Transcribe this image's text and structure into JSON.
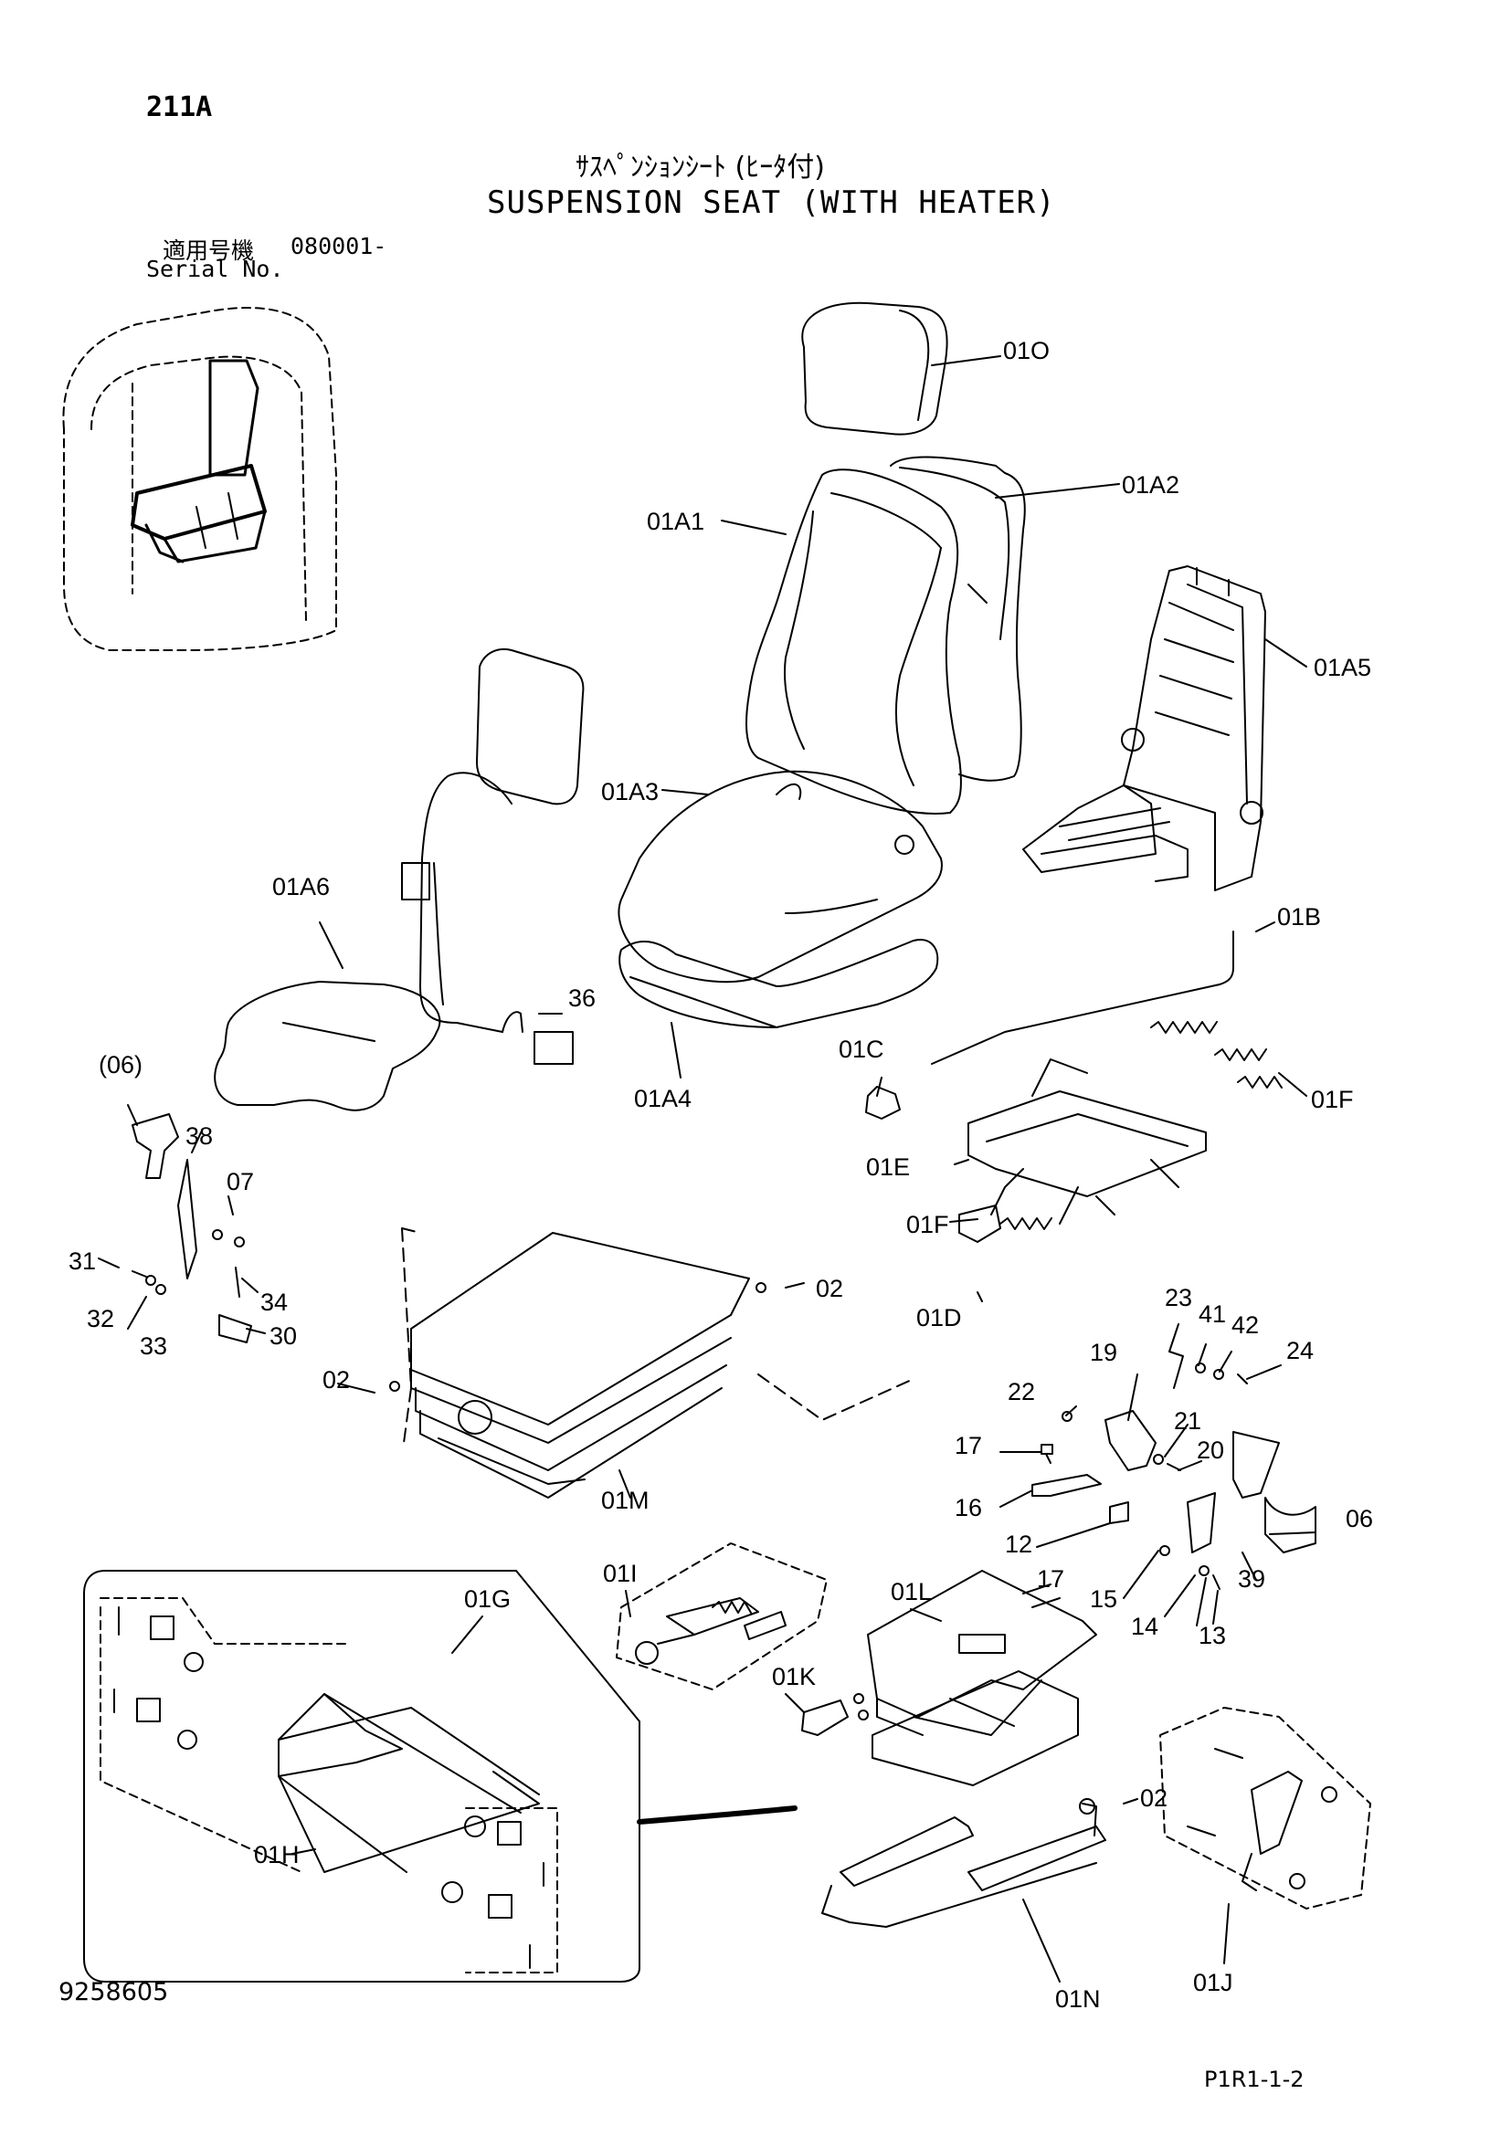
{
  "header": {
    "page_number": "211A",
    "title_jp": "ｻｽﾍﾟﾝｼｮﾝｼｰﾄ (ﾋｰﾀ付)",
    "title_en": "SUSPENSION SEAT (WITH HEATER)",
    "serial_label_jp": "適用号機",
    "serial_label_en": "Serial No.",
    "serial_value": "080001-"
  },
  "footer": {
    "document_number": "9258605",
    "sheet_number": "P1R1-1-2"
  },
  "callouts": {
    "p01O": "01O",
    "p01A1": "01A1",
    "p01A2": "01A2",
    "p01A5": "01A5",
    "p01A3": "01A3",
    "p01A6": "01A6",
    "p36": "36",
    "p01A4": "01A4",
    "p01B": "01B",
    "p01F_top": "01F",
    "p01C": "01C",
    "p01E": "01E",
    "p01F_bottom": "01F",
    "p01D": "01D",
    "p06_paren": "(06)",
    "p38": "38",
    "p07": "07",
    "p31": "31",
    "p34": "34",
    "p32": "32",
    "p33": "33",
    "p30": "30",
    "p02_top": "02",
    "p02_left": "02",
    "p01M": "01M",
    "p23": "23",
    "p41": "41",
    "p42": "42",
    "p24": "24",
    "p19": "19",
    "p22": "22",
    "p21": "21",
    "p20": "20",
    "p17_top": "17",
    "p06": "06",
    "p16": "16",
    "p12": "12",
    "p17_bottom": "17",
    "p15": "15",
    "p39": "39",
    "p14": "14",
    "p13": "13",
    "p01I": "01I",
    "p01L": "01L",
    "p01G": "01G",
    "p01K": "01K",
    "p01H": "01H",
    "p02_bottom": "02",
    "p01N": "01N",
    "p01J": "01J"
  }
}
